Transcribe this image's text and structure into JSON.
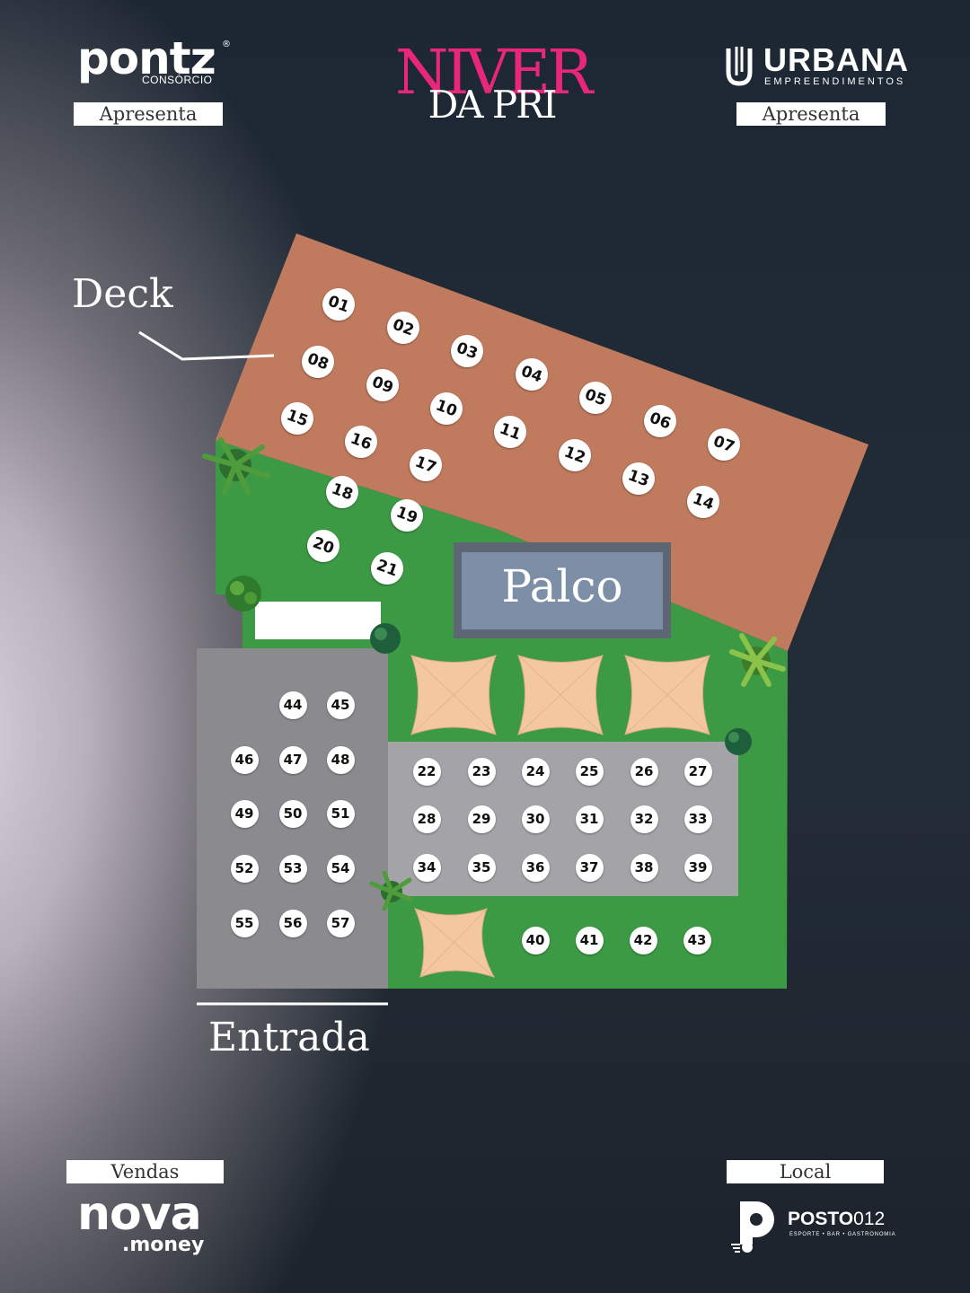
{
  "header": {
    "left_sponsor": {
      "name": "pontz",
      "registered": "®",
      "subtitle": "CONSÓRCIO",
      "tag": "Apresenta"
    },
    "event_title": {
      "line1": "NIVER",
      "line2": "DA PRI"
    },
    "right_sponsor": {
      "name": "URBANA",
      "subtitle": "EMPREENDIMENTOS",
      "tag": "Apresenta"
    }
  },
  "map": {
    "deck_label": "Deck",
    "stage_label": "Palco",
    "entrance_label": "Entrada",
    "colors": {
      "deck": "#c07a5e",
      "lawn": "#3c9a45",
      "table_area": "#8b8b8f",
      "stage": "#7d8ea7",
      "umbrella": "#f3c8a1"
    },
    "deck_tables": [
      "01",
      "02",
      "03",
      "04",
      "05",
      "06",
      "07",
      "08",
      "09",
      "10",
      "11",
      "12",
      "13",
      "14",
      "15",
      "16",
      "17",
      "18",
      "19",
      "20",
      "21"
    ],
    "center_tables": [
      "22",
      "23",
      "24",
      "25",
      "26",
      "27",
      "28",
      "29",
      "30",
      "31",
      "32",
      "33",
      "34",
      "35",
      "36",
      "37",
      "38",
      "39",
      "40",
      "41",
      "42",
      "43"
    ],
    "entrance_tables": [
      "44",
      "45",
      "46",
      "47",
      "48",
      "49",
      "50",
      "51",
      "52",
      "53",
      "54",
      "55",
      "56",
      "57"
    ]
  },
  "footer": {
    "sales": {
      "tag": "Vendas",
      "name": "nova",
      "suffix": ".money"
    },
    "venue": {
      "tag": "Local",
      "name_bold": "POSTO",
      "name_light": "012",
      "subtitle": "ESPORTE • BAR • GASTRONOMIA"
    }
  }
}
